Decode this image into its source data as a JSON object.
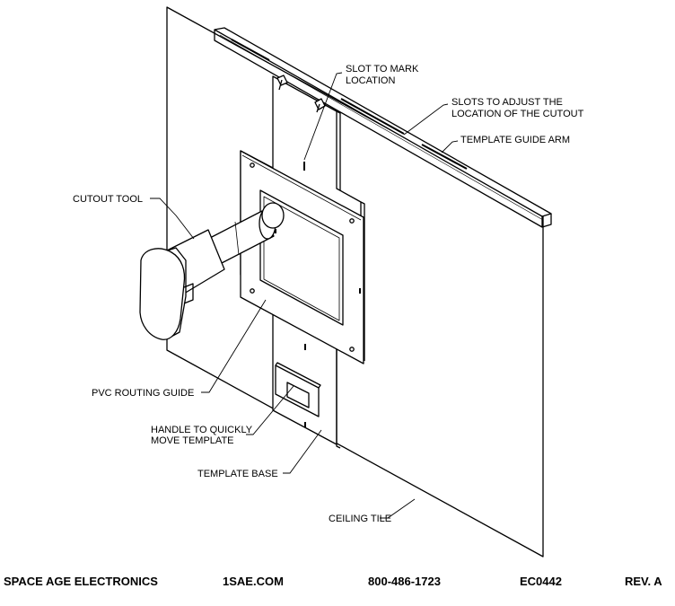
{
  "callouts": {
    "slot_mark": [
      "SLOT TO MARK",
      "LOCATION"
    ],
    "slots_adjust": [
      "SLOTS TO ADJUST THE",
      "LOCATION OF THE CUTOUT"
    ],
    "guide_arm": "TEMPLATE GUIDE ARM",
    "cutout_tool": "CUTOUT TOOL",
    "pvc_guide": "PVC ROUTING GUIDE",
    "handle": [
      "HANDLE TO QUICKLY",
      "MOVE TEMPLATE"
    ],
    "template_base": "TEMPLATE BASE",
    "ceiling_tile": "CEILING TILE"
  },
  "footer": {
    "company": "SPACE AGE ELECTRONICS",
    "website": "1SAE.COM",
    "phone": "800-486-1723",
    "part_number": "EC0442",
    "revision": "REV. A"
  }
}
